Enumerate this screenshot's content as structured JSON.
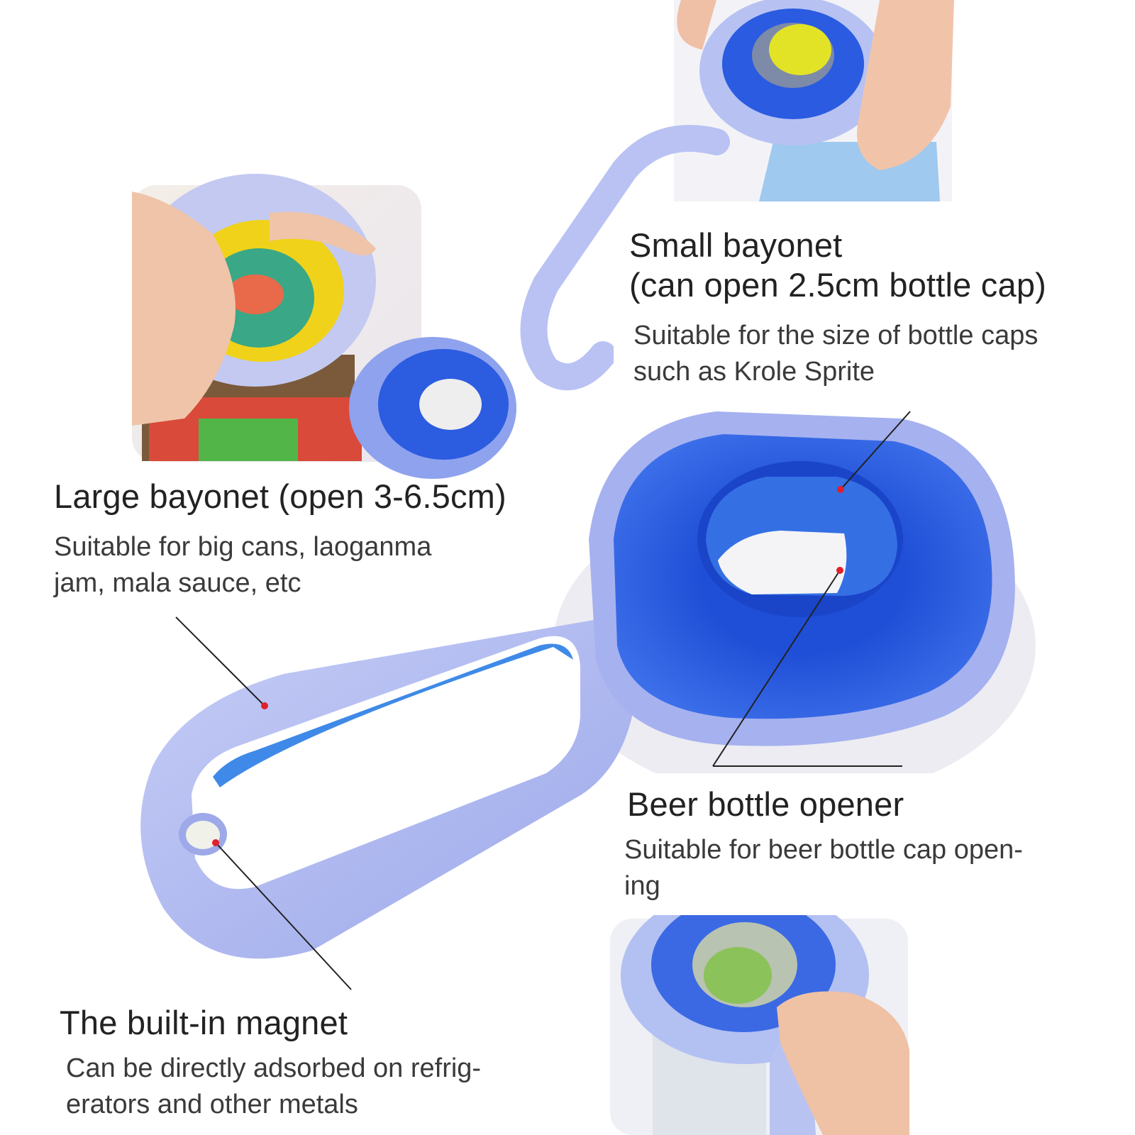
{
  "callouts": {
    "small_bayonet": {
      "title_line1": "Small bayonet",
      "title_line2": "(can open 2.5cm bottle cap)",
      "desc_line1": "Suitable for the size of bottle caps",
      "desc_line2": "such as Krole Sprite"
    },
    "large_bayonet": {
      "title": "Large bayonet (open 3-6.5cm)",
      "desc_line1": "Suitable for big cans, laoganma",
      "desc_line2": "jam, mala sauce, etc"
    },
    "beer_opener": {
      "title": "Beer bottle opener",
      "desc_line1": "Suitable for beer bottle cap open-",
      "desc_line2": "ing"
    },
    "magnet": {
      "title": "The built-in magnet",
      "desc_line1": "Can be directly adsorbed on refrig-",
      "desc_line2": "erators and other metals"
    }
  },
  "colors": {
    "handle": "#aab4ee",
    "ring_blue": "#2f5fe0",
    "ring_deep": "#1c44c8",
    "leader_line": "#222222",
    "marker_dot": "#e0202a"
  }
}
